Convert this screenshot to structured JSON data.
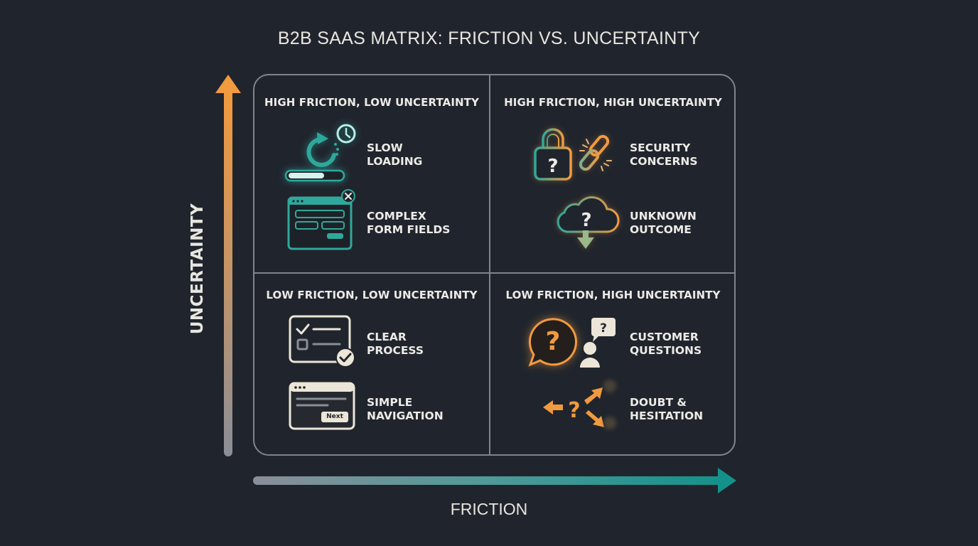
{
  "title": "B2B SAAS MATRIX: FRICTION VS. UNCERTAINTY",
  "axes": {
    "y": {
      "label": "UNCERTAINTY",
      "direction": "up",
      "color_start": "#8a8e98",
      "color_end": "#f29a3e"
    },
    "x": {
      "label": "FRICTION",
      "direction": "right",
      "color_start": "#8a8e98",
      "color_end": "#14918a"
    }
  },
  "colors": {
    "background": "#20252d",
    "border": "#80848d",
    "teal": "#2fb5a8",
    "orange": "#f29a3e",
    "cream": "#ece6d8"
  },
  "quadrants": [
    {
      "id": "top-left",
      "title": "HIGH FRICTION, LOW UNCERTAINTY",
      "items": [
        {
          "label": "SLOW\nLOADING",
          "icon": "loading-spinner-clock-icon"
        },
        {
          "label": "COMPLEX\nFORM FIELDS",
          "icon": "complex-form-window-icon"
        }
      ]
    },
    {
      "id": "top-right",
      "title": "HIGH FRICTION, HIGH UNCERTAINTY",
      "items": [
        {
          "label": "SECURITY\nCONCERNS",
          "icon": "lock-question-broken-link-icon"
        },
        {
          "label": "UNKNOWN\nOUTCOME",
          "icon": "cloud-question-download-icon"
        }
      ]
    },
    {
      "id": "bottom-left",
      "title": "LOW FRICTION, LOW UNCERTAINTY",
      "items": [
        {
          "label": "CLEAR\nPROCESS",
          "icon": "checklist-icon"
        },
        {
          "label": "SIMPLE\nNAVIGATION",
          "icon": "browser-next-button-icon",
          "button_text": "Next"
        }
      ]
    },
    {
      "id": "bottom-right",
      "title": "LOW FRICTION, HIGH UNCERTAINTY",
      "items": [
        {
          "label": "CUSTOMER\nQUESTIONS",
          "icon": "question-bubble-user-icon"
        },
        {
          "label": "DOUBT &\nHESITATION",
          "icon": "question-arrows-icon"
        }
      ]
    }
  ]
}
